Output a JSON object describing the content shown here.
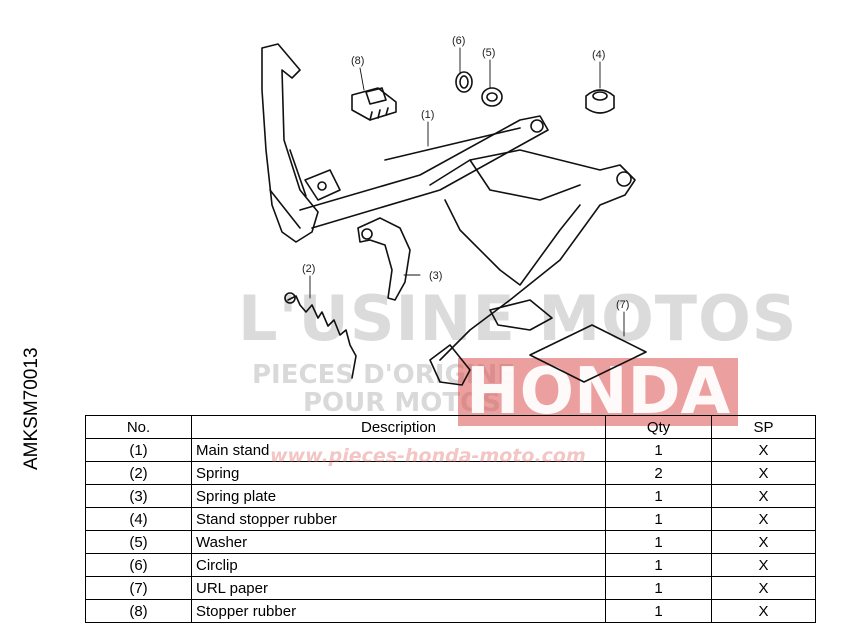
{
  "side_code": "AMKSM70013",
  "watermark": {
    "main": "L'USINE MOTOS",
    "sub1": "PIECES D'ORIGINE",
    "sub2": "POUR MOTOS",
    "brand": "HONDA",
    "url": "www.pieces-honda-moto.com"
  },
  "callouts": [
    "(1)",
    "(2)",
    "(3)",
    "(4)",
    "(5)",
    "(6)",
    "(7)",
    "(8)"
  ],
  "table": {
    "headers": [
      "No.",
      "Description",
      "Qty",
      "SP"
    ],
    "rows": [
      {
        "no": "(1)",
        "desc": "Main stand",
        "qty": "1",
        "sp": "X"
      },
      {
        "no": "(2)",
        "desc": "Spring",
        "qty": "2",
        "sp": "X"
      },
      {
        "no": "(3)",
        "desc": "Spring plate",
        "qty": "1",
        "sp": "X"
      },
      {
        "no": "(4)",
        "desc": "Stand stopper rubber",
        "qty": "1",
        "sp": "X"
      },
      {
        "no": "(5)",
        "desc": "Washer",
        "qty": "1",
        "sp": "X"
      },
      {
        "no": "(6)",
        "desc": "Circlip",
        "qty": "1",
        "sp": "X"
      },
      {
        "no": "(7)",
        "desc": "URL paper",
        "qty": "1",
        "sp": "X"
      },
      {
        "no": "(8)",
        "desc": "Stopper rubber",
        "qty": "1",
        "sp": "X"
      }
    ]
  }
}
